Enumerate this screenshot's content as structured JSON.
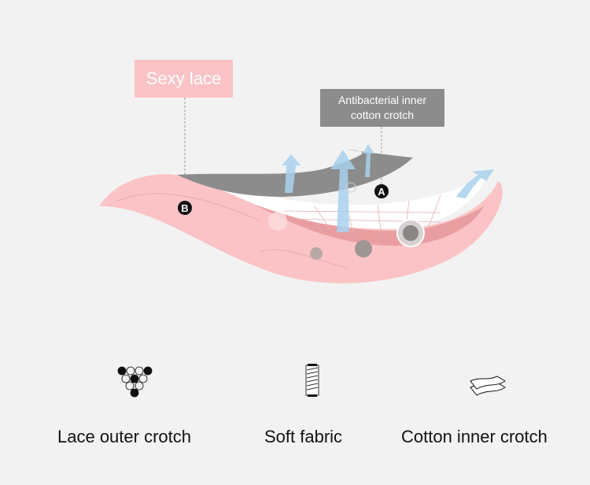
{
  "callouts": {
    "lace": "Sexy lace",
    "antibacterial_line1": "Antibacterial inner",
    "antibacterial_line2": "cotton crotch",
    "marker_a": "A",
    "marker_b": "B"
  },
  "features": [
    {
      "label": "Lace outer crotch",
      "icon": "hexagon-lace-icon"
    },
    {
      "label": "Soft fabric",
      "icon": "thread-spool-icon"
    },
    {
      "label": "Cotton inner crotch",
      "icon": "cotton-layers-icon"
    }
  ],
  "colors": {
    "background": "#f2f2f2",
    "lace_pink": "#fbc3c5",
    "gray": "#8c8c8c",
    "arrow_blue": "#a9d1ee"
  }
}
